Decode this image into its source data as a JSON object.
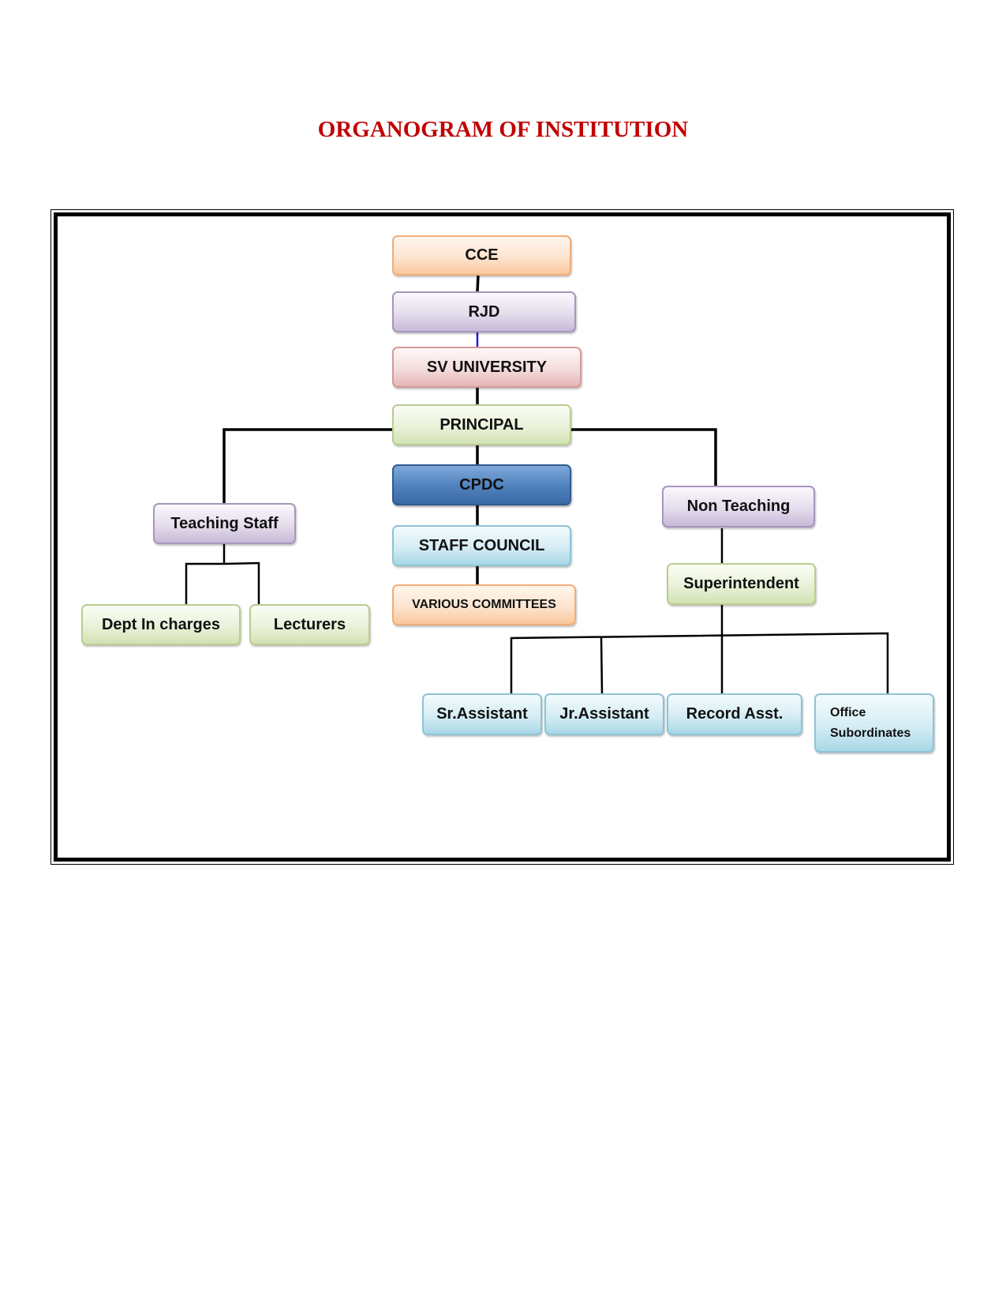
{
  "title": "ORGANOGRAM OF INSTITUTION",
  "nodes": {
    "cce": "CCE",
    "rjd": "RJD",
    "sv_university": "SV UNIVERSITY",
    "principal": "PRINCIPAL",
    "cpdc": "CPDC",
    "staff_council": "STAFF COUNCIL",
    "various_committees": "VARIOUS COMMITTEES",
    "teaching_staff": "Teaching Staff",
    "dept_in_charges": "Dept In charges",
    "lecturers": "Lecturers",
    "non_teaching": "Non Teaching",
    "superintendent": "Superintendent",
    "sr_assistant": "Sr.Assistant",
    "jr_assistant": "Jr.Assistant",
    "record_asst": "Record Asst.",
    "office_subordinates_line1": "Office",
    "office_subordinates_line2": "Subordinates"
  },
  "colors": {
    "title": "#c00000",
    "connector": "#000000",
    "rjd_link": "#1f1fcc"
  }
}
